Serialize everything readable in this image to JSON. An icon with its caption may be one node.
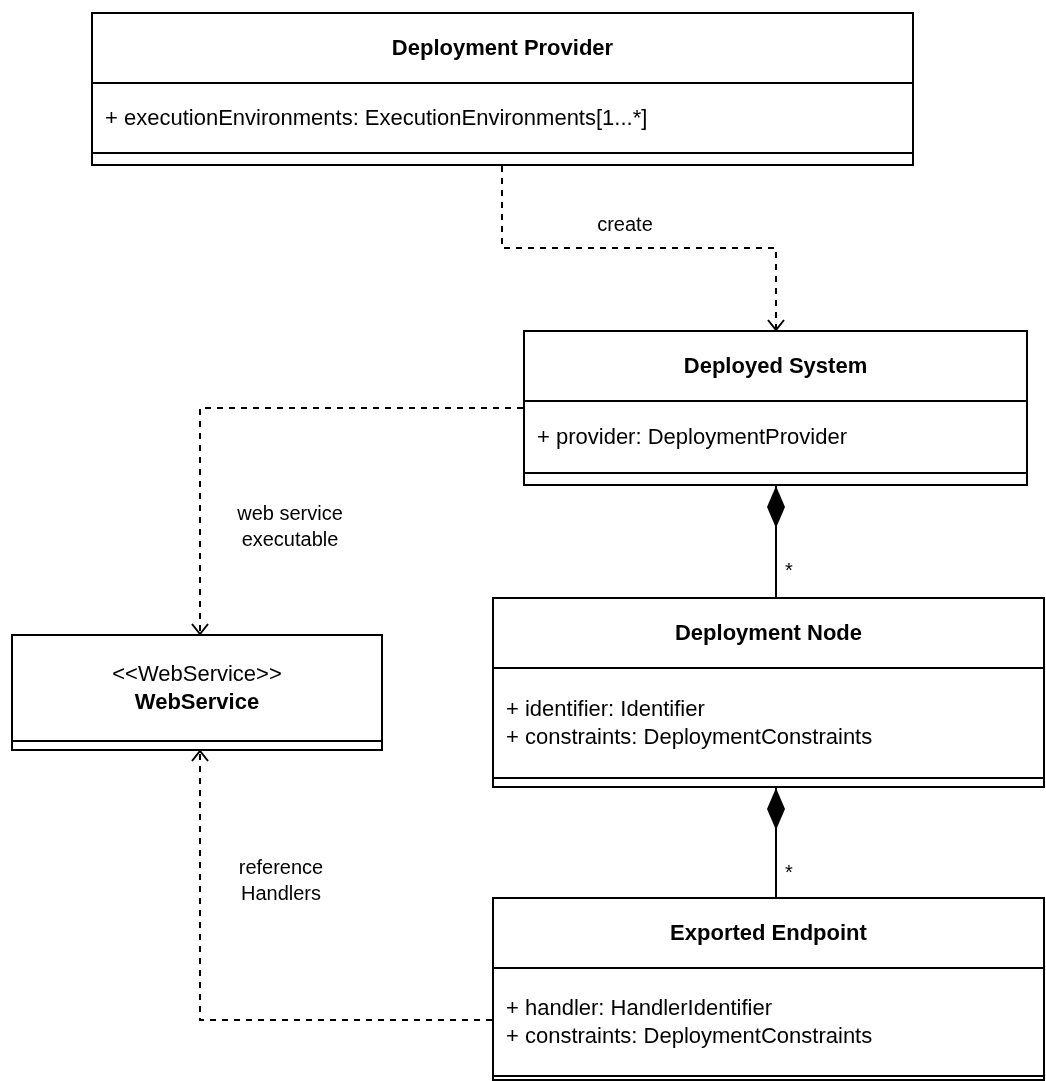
{
  "diagram": {
    "nodes": [
      {
        "text": [
          "Deployment Provider",
          "+ executionEnvironments: ExecutionEnvironments[1...*]"
        ]
      },
      {
        "text": [
          "Deployed System",
          "+ provider: DeploymentProvider"
        ]
      },
      {
        "text": [
          "<<WebService>>",
          "WebService"
        ]
      },
      {
        "text": [
          "Deployment Node",
          "+ identifier: Identifier",
          "+ constraints: DeploymentConstraints"
        ]
      },
      {
        "text": [
          "Exported Endpoint",
          "+ handler: HandlerIdentifier",
          "+ constraints: DeploymentConstraints"
        ]
      }
    ],
    "edges": [
      {
        "from": 0,
        "to": 1,
        "arrow": "to",
        "label": "create",
        "style": "dashed"
      },
      {
        "from": 1,
        "to": 2,
        "arrow": "to",
        "label": "web service executable",
        "style": "dashed"
      },
      {
        "from": 1,
        "to": 3,
        "arrow": "other",
        "label": "*"
      },
      {
        "from": 3,
        "to": 4,
        "arrow": "other",
        "label": "*"
      },
      {
        "from": 4,
        "to": 2,
        "arrow": "to",
        "label": "reference Handlers",
        "style": "dashed"
      }
    ]
  }
}
